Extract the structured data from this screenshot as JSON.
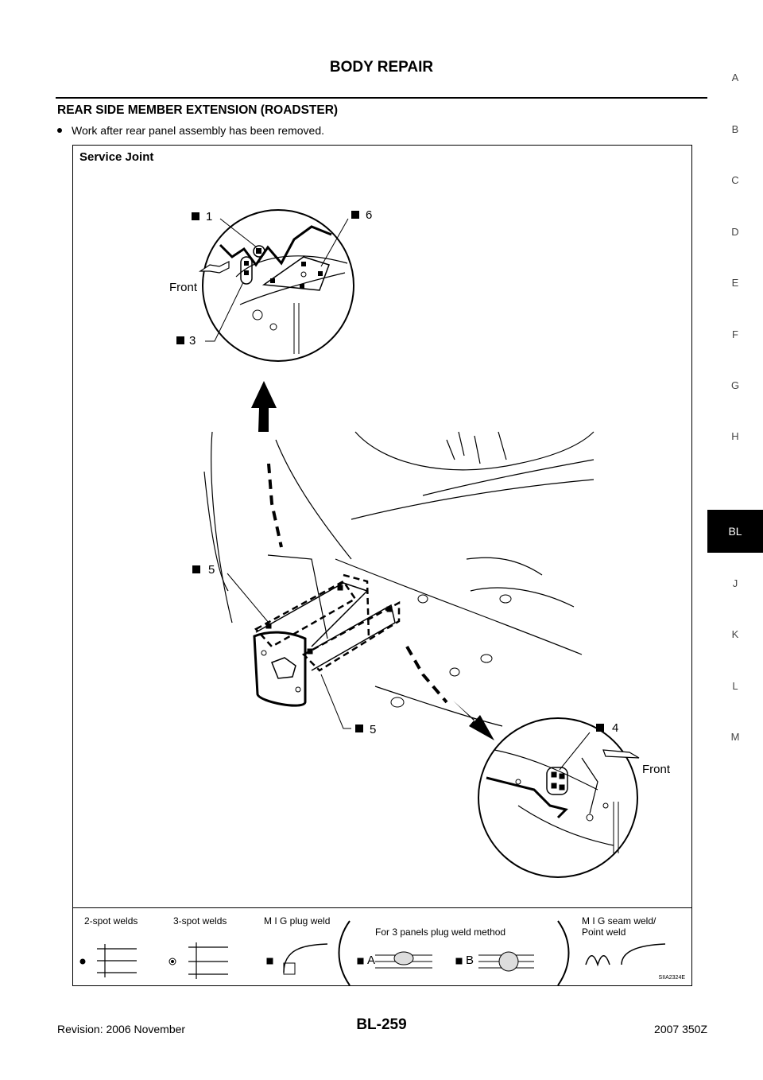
{
  "header": {
    "title": "BODY REPAIR"
  },
  "section": {
    "title": "REAR SIDE MEMBER EXTENSION (ROADSTER)",
    "bullet": "Work after rear panel assembly has been removed."
  },
  "side_tabs": [
    "A",
    "B",
    "C",
    "D",
    "E",
    "F",
    "G",
    "H",
    "BL",
    "J",
    "K",
    "L",
    "M"
  ],
  "active_tab": "BL",
  "figure": {
    "title": "Service Joint",
    "callouts": {
      "c1": "1",
      "c6": "6",
      "c3": "3",
      "c5a": "5",
      "c5b": "5",
      "c4": "4",
      "front_top": "Front",
      "front_bottom": "Front"
    },
    "legend": {
      "two_spot": "2-spot welds",
      "three_spot": "3-spot welds",
      "mig_plug": "M I G plug weld",
      "three_panel": "For 3 panels plug weld method",
      "mig_seam_1": "M I G seam weld/",
      "mig_seam_2": "Point weld",
      "a": "A",
      "b": "B"
    },
    "code": "SIIA2324E"
  },
  "footer": {
    "revision": "Revision: 2006 November",
    "page": "BL-259",
    "model": "2007 350Z"
  }
}
